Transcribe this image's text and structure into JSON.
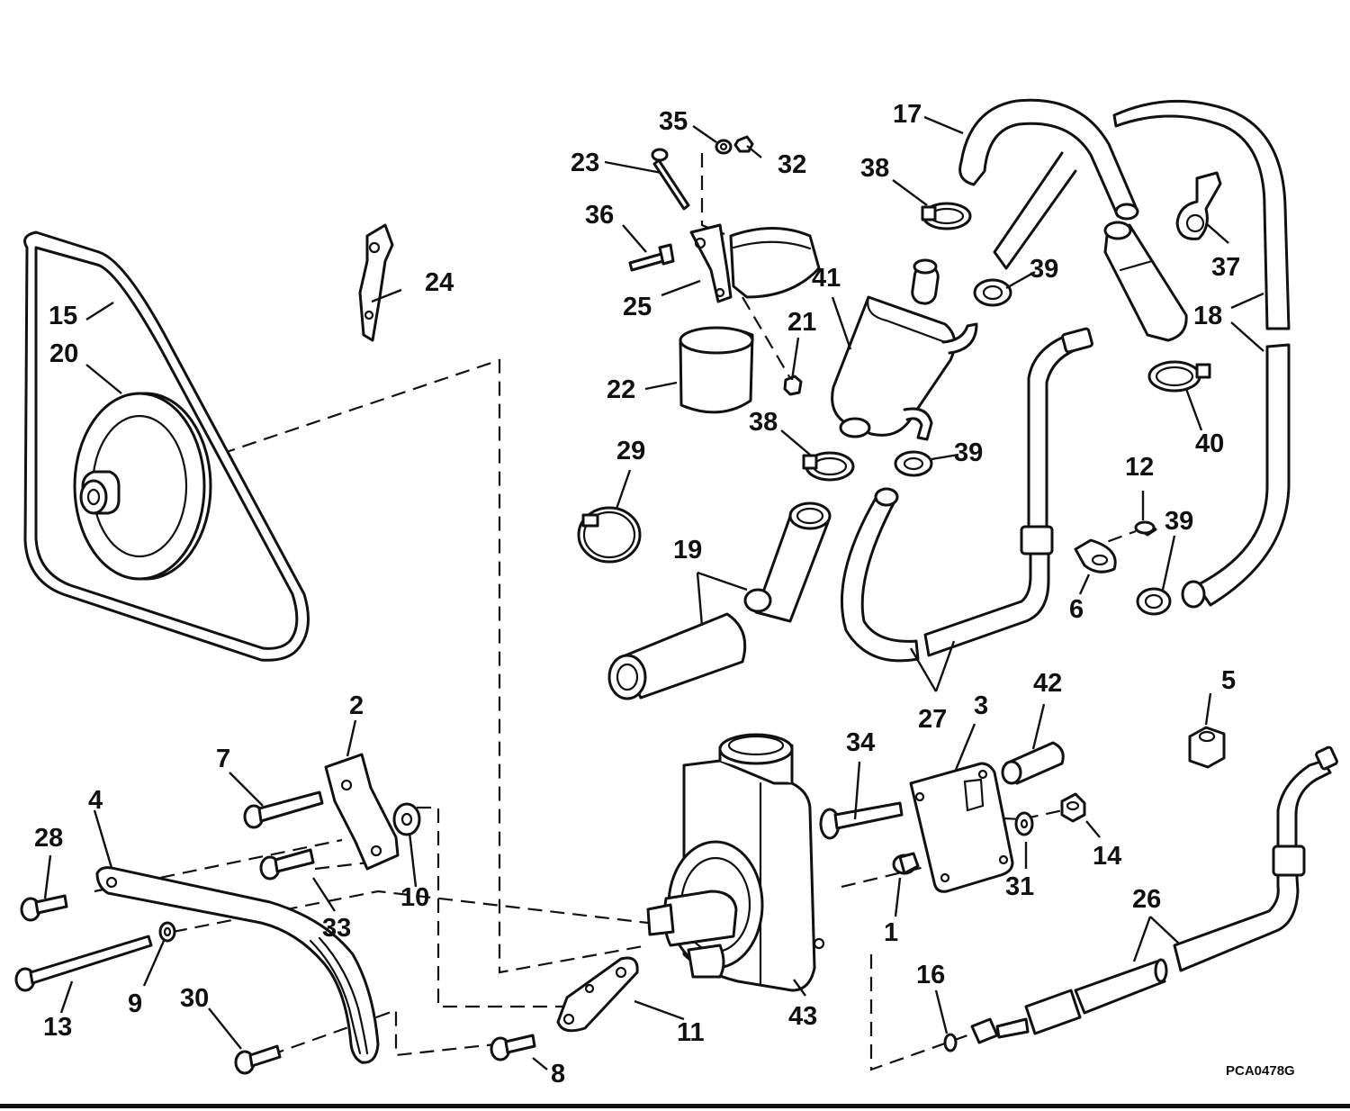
{
  "callouts": [
    {
      "n": "1"
    },
    {
      "n": "2"
    },
    {
      "n": "3"
    },
    {
      "n": "4"
    },
    {
      "n": "5"
    },
    {
      "n": "6"
    },
    {
      "n": "7"
    },
    {
      "n": "8"
    },
    {
      "n": "9"
    },
    {
      "n": "10"
    },
    {
      "n": "11"
    },
    {
      "n": "12"
    },
    {
      "n": "13"
    },
    {
      "n": "14"
    },
    {
      "n": "15"
    },
    {
      "n": "16"
    },
    {
      "n": "17"
    },
    {
      "n": "18"
    },
    {
      "n": "19"
    },
    {
      "n": "20"
    },
    {
      "n": "21"
    },
    {
      "n": "22"
    },
    {
      "n": "23"
    },
    {
      "n": "24"
    },
    {
      "n": "25"
    },
    {
      "n": "26"
    },
    {
      "n": "27"
    },
    {
      "n": "28"
    },
    {
      "n": "29"
    },
    {
      "n": "30"
    },
    {
      "n": "31"
    },
    {
      "n": "32"
    },
    {
      "n": "33"
    },
    {
      "n": "34"
    },
    {
      "n": "35"
    },
    {
      "n": "36"
    },
    {
      "n": "37"
    },
    {
      "n": "38"
    },
    {
      "n": "38"
    },
    {
      "n": "39"
    },
    {
      "n": "39"
    },
    {
      "n": "39"
    },
    {
      "n": "40"
    },
    {
      "n": "41"
    },
    {
      "n": "42"
    },
    {
      "n": "43"
    }
  ],
  "drawing_code": "PCA0478G",
  "colors": {
    "ink": "#111111",
    "paper": "#ffffff"
  }
}
